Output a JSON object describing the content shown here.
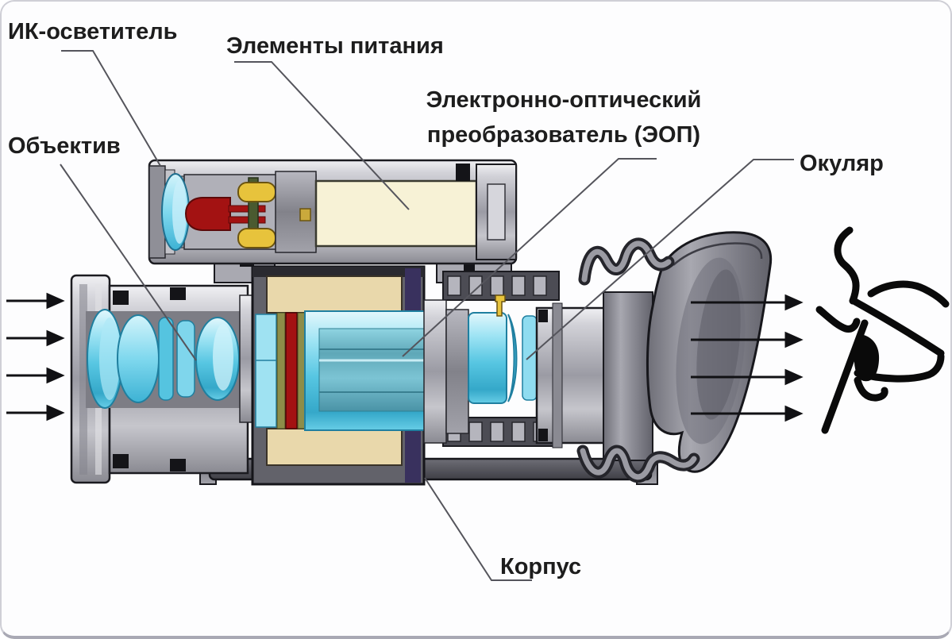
{
  "diagram": {
    "title": "Night vision device cutaway diagram",
    "type": "technical-cutaway",
    "labels": {
      "ir_illuminator": "ИК-осветитель",
      "batteries": "Элементы питания",
      "intensifier_line1": "Электронно-оптический",
      "intensifier_line2": "преобразователь (ЭОП)",
      "objective": "Объектив",
      "eyepiece": "Окуляр",
      "body": "Корпус"
    },
    "arrows": {
      "incoming_light_count": 4,
      "outgoing_light_count": 4
    },
    "colors": {
      "label_text": "#1d1d1d",
      "leader_line": "#55555c",
      "arrow_black": "#111114",
      "housing_gray_light": "#d2d2d8",
      "housing_gray_mid": "#9b9ba4",
      "housing_gray_dark": "#4c4c54",
      "outline_dark": "#1b1b20",
      "lens_cyan": "#57c6e2",
      "lens_cyan_light": "#9fe4f4",
      "battery_cream": "#f7f2d6",
      "potting_tan": "#e9d8ab",
      "led_red": "#a31212",
      "contact_yellow": "#e7c33c",
      "spacer_navy": "#39315e",
      "ring_olive": "#8d8d49",
      "eyecup_gray": "#8b8b94"
    }
  }
}
